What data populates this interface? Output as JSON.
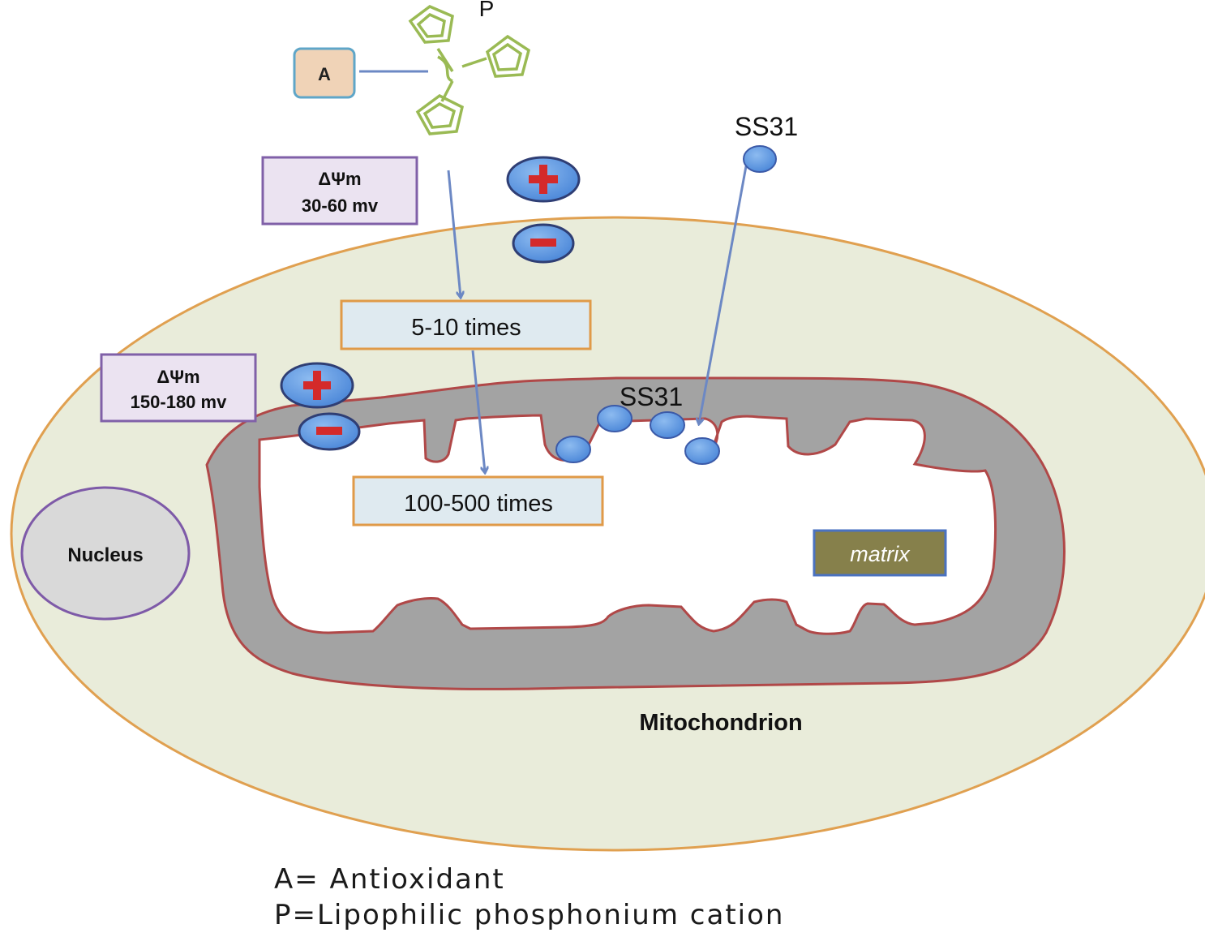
{
  "labels": {
    "phosphonium": "P",
    "antioxidant_box": "A",
    "delta_outer_title": "ΔΨm",
    "delta_outer_value": "30-60 mv",
    "delta_inner_title": "ΔΨm",
    "delta_inner_value": "150-180 mv",
    "ss31_outside": "SS31",
    "ss31_inside": "SS31",
    "accum_outer": "5-10 times",
    "accum_inner": "100-500 times",
    "nucleus": "Nucleus",
    "matrix": "matrix",
    "mitochondrion": "Mitochondrion"
  },
  "legend": [
    "A= Antioxidant",
    "P=Lipophilic phosphonium cation"
  ],
  "colors": {
    "cell_fill": "#e9ecda",
    "cell_stroke": "#e0a050",
    "membrane_fill": "#a3a3a3",
    "membrane_stroke": "#b04848",
    "nucleus_fill": "#d9d9d9",
    "nucleus_stroke": "#7e5aa8",
    "purple_box_fill": "#ebe3f1",
    "purple_box_stroke": "#8060a8",
    "orange_box_fill": "#dfeaf0",
    "orange_box_stroke": "#e09a48",
    "matrix_fill": "#86804b",
    "matrix_stroke": "#4a72c0",
    "arrow": "#6c88c4",
    "ion_fill": "#5b97e0",
    "ion_sign": "#d42a2a",
    "ring": "#9aba54",
    "a_box_fill": "#f0d3b7",
    "a_box_stroke": "#5fa6c8"
  }
}
